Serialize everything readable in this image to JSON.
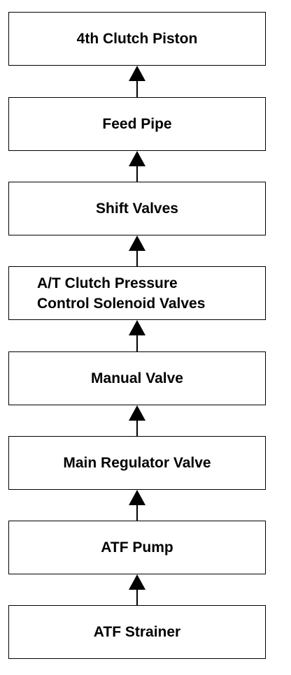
{
  "diagram": {
    "boxes": [
      {
        "label": "4th Clutch Piston"
      },
      {
        "label": "Feed Pipe"
      },
      {
        "label": "Shift Valves"
      },
      {
        "label_line1": "A/T Clutch Pressure",
        "label_line2": "Control Solenoid Valves"
      },
      {
        "label": "Manual Valve"
      },
      {
        "label": "Main Regulator Valve"
      },
      {
        "label": "ATF Pump"
      },
      {
        "label": "ATF Strainer"
      }
    ],
    "colors": {
      "stroke": "#000000",
      "fill": "#ffffff",
      "text": "#000000"
    }
  }
}
